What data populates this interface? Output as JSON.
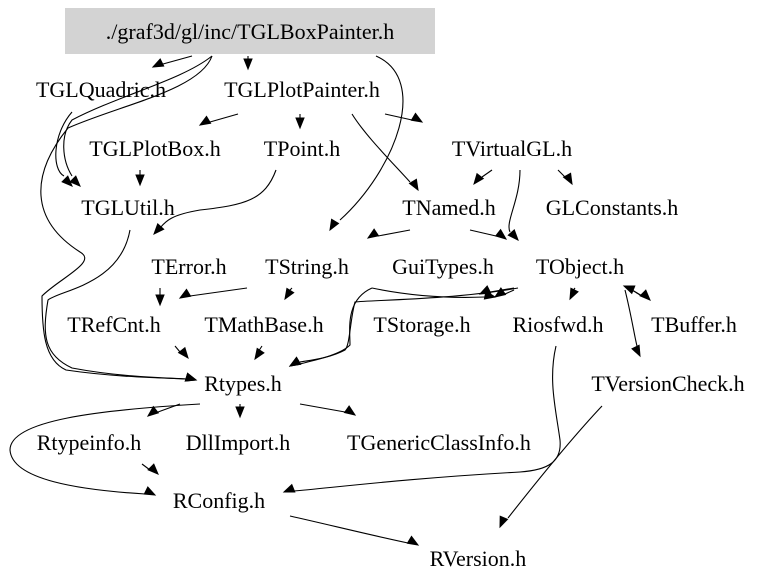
{
  "graph": {
    "root": "./graf3d/gl/inc/TGLBoxPainter.h",
    "root_fill": "#d3d3d3",
    "nodes": {
      "root": "./graf3d/gl/inc/TGLBoxPainter.h",
      "tglquadric": "TGLQuadric.h",
      "tglplotpainter": "TGLPlotPainter.h",
      "tglplotbox": "TGLPlotBox.h",
      "tpoint": "TPoint.h",
      "tvirtualgl": "TVirtualGL.h",
      "tglutil": "TGLUtil.h",
      "tnamed": "TNamed.h",
      "glconstants": "GLConstants.h",
      "terror": "TError.h",
      "tstring": "TString.h",
      "guitypes": "GuiTypes.h",
      "tobject": "TObject.h",
      "trefcnt": "TRefCnt.h",
      "tmathbase": "TMathBase.h",
      "tstorage": "TStorage.h",
      "riosfwd": "Riosfwd.h",
      "tbuffer": "TBuffer.h",
      "rtypes": "Rtypes.h",
      "tversioncheck": "TVersionCheck.h",
      "rtypeinfo": "Rtypeinfo.h",
      "dllimport": "DllImport.h",
      "tgenericclassinfo": "TGenericClassInfo.h",
      "rconfig": "RConfig.h",
      "rversion": "RVersion.h"
    }
  }
}
